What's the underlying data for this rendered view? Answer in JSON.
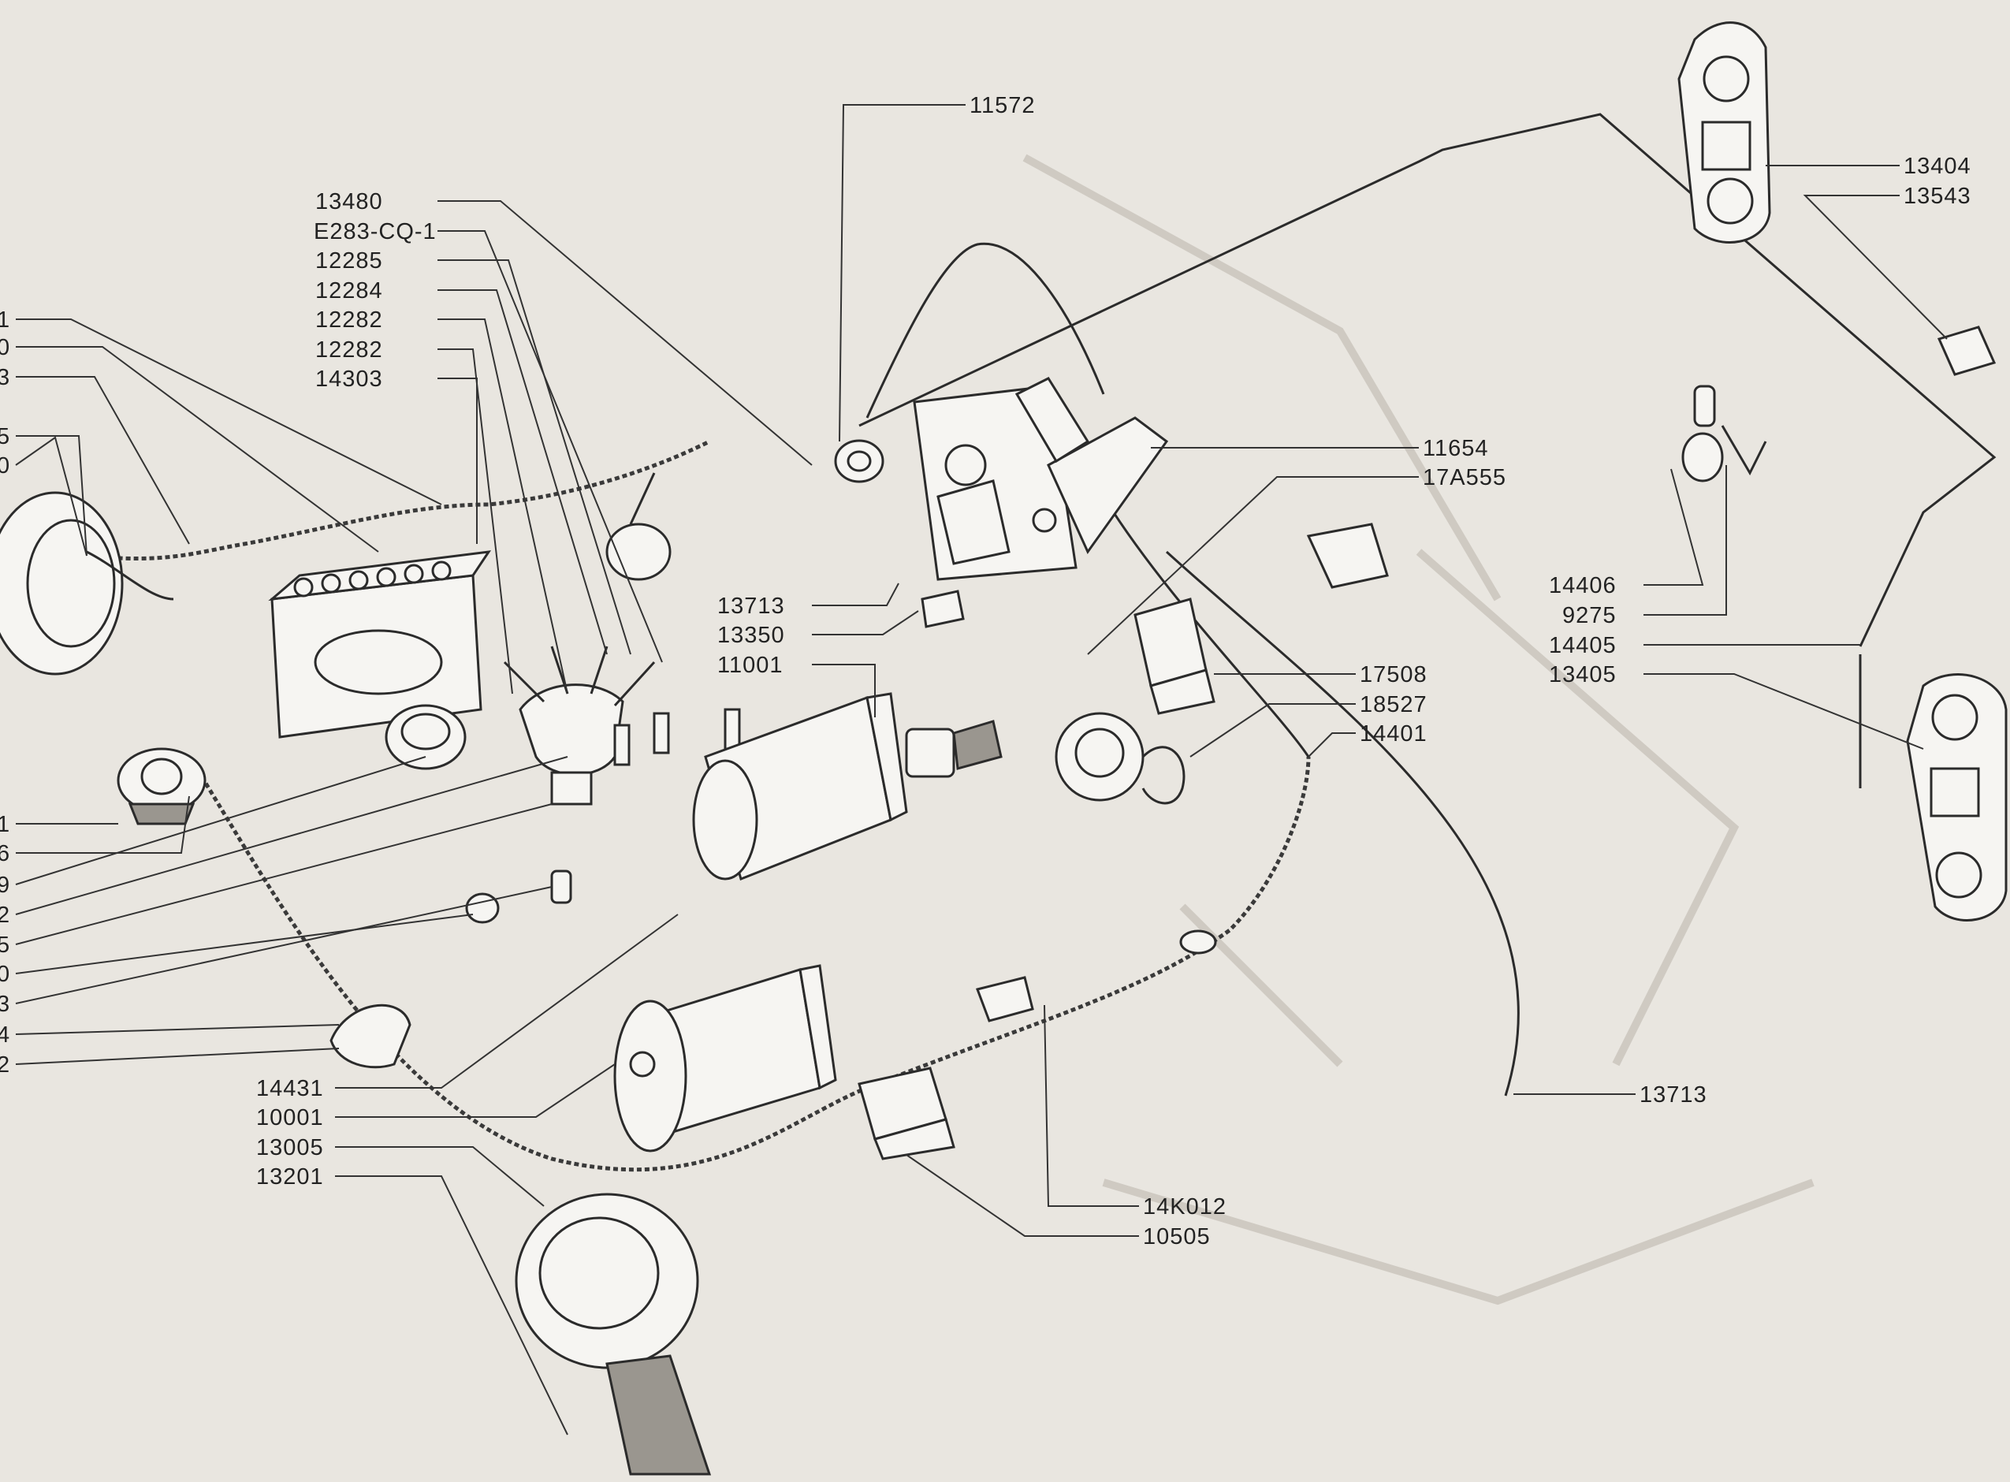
{
  "labels": {
    "p11572": "11572",
    "p13480": "13480",
    "pE283": "E283-CQ-1",
    "p12285": "12285",
    "p12284": "12284",
    "p12282a": "12282",
    "p12282b": "12282",
    "p14303": "14303",
    "p11654": "11654",
    "p17A555": "17A555",
    "p13713a": "13713",
    "p13350": "13350",
    "p11001": "11001",
    "p17508": "17508",
    "p18527": "18527",
    "p14401": "14401",
    "p13404": "13404",
    "p13543": "13543",
    "p14406": "14406",
    "p9275": "9275",
    "p14405": "14405",
    "p13405": "13405",
    "p13713b": "13713",
    "p14431": "14431",
    "p10001": "10001",
    "p13005": "13005",
    "p13201": "13201",
    "p14K012": "14K012",
    "p10505": "10505"
  },
  "left_edge": {
    "e1": "1",
    "e2": "0",
    "e3": "3",
    "e4": "5",
    "e5": "0",
    "e6": "1",
    "e7": "6",
    "e8": "9",
    "e9": "2",
    "e10": "5",
    "e11": "0",
    "e12": "3",
    "e13": "4",
    "e14": "2"
  }
}
